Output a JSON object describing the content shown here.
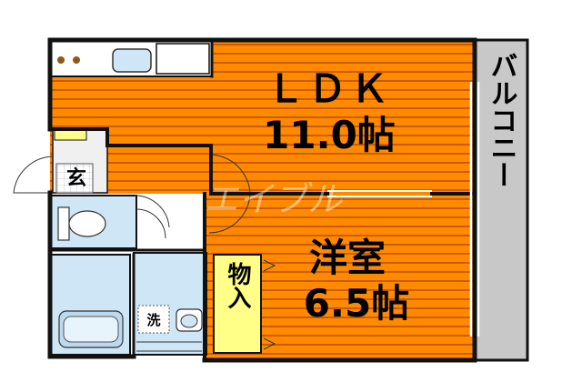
{
  "rooms": {
    "ldk": {
      "name": "ＬＤＫ",
      "size": "11.0帖"
    },
    "western": {
      "name": "洋室",
      "size": "6.5帖"
    },
    "storage": {
      "label": "物入"
    },
    "entrance": {
      "label": "玄"
    },
    "laundry": {
      "label": "洗"
    },
    "balcony": {
      "label": "バルコニー"
    }
  },
  "watermark": "エイブル",
  "colors": {
    "floor_orange": "#ff8a00",
    "floor_stripe": "#cc5c00",
    "storage_yellow": "#ffff88",
    "wet_area_blue": "#cfe6f7",
    "balcony_gray": "#c8c8c8",
    "wall": "#111111"
  }
}
